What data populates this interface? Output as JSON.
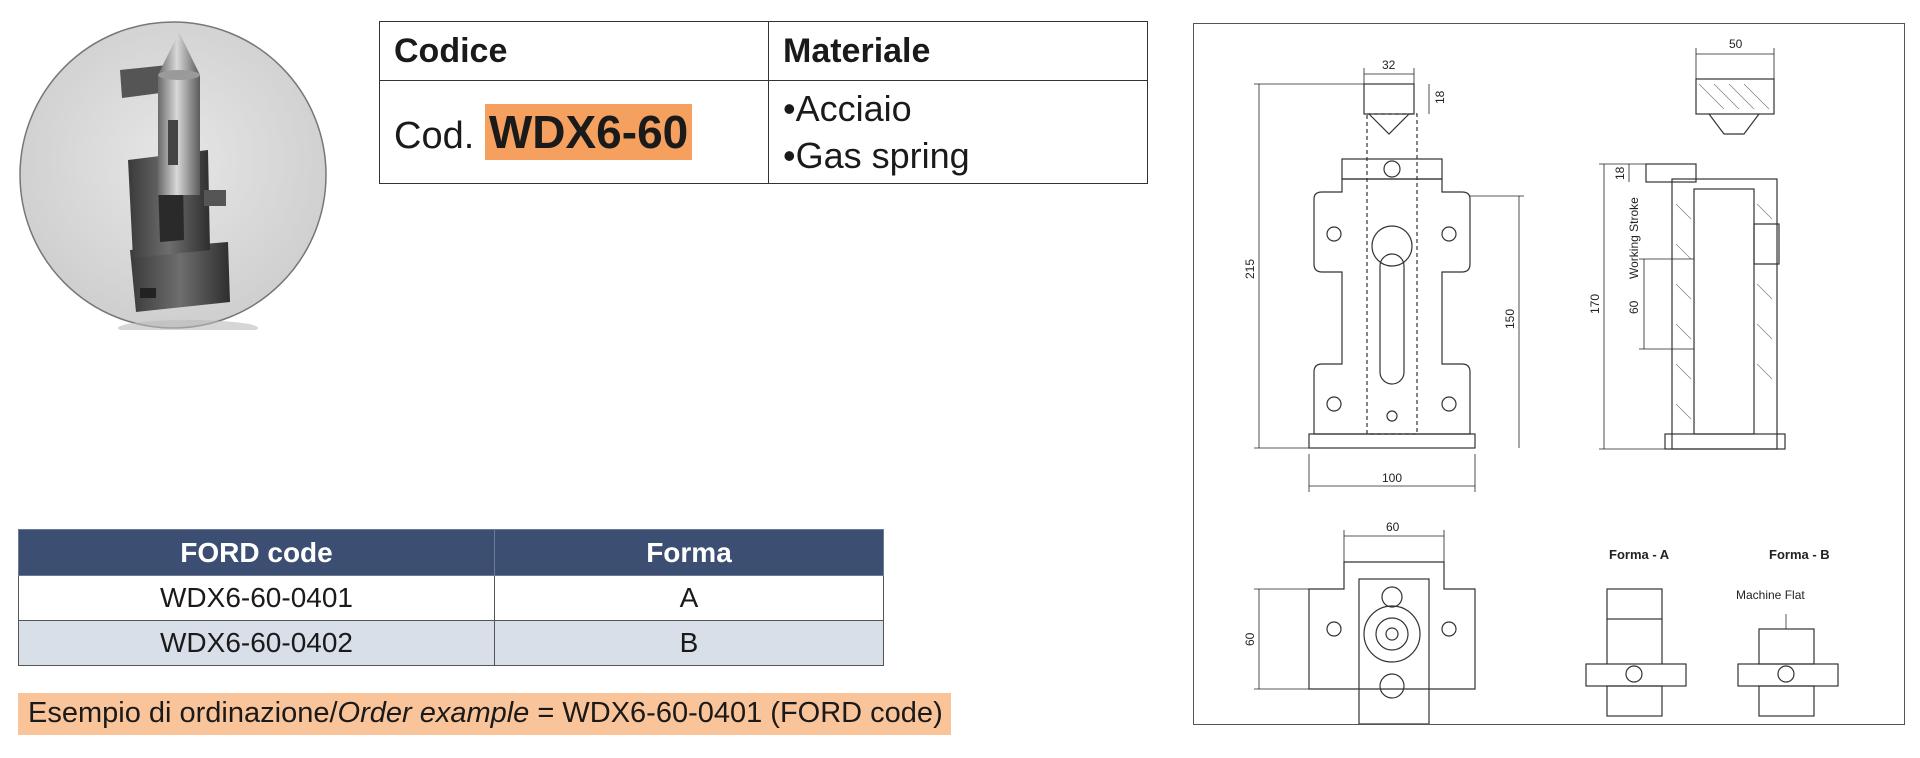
{
  "spec_table": {
    "header_code": "Codice",
    "header_material": "Materiale",
    "code_prefix": "Cod.",
    "code_value": "WDX6-60",
    "materials": [
      "Acciaio",
      "Gas spring"
    ]
  },
  "ford_table": {
    "headers": [
      "FORD code",
      "Forma"
    ],
    "rows": [
      [
        "WDX6-60-0401",
        "A"
      ],
      [
        "WDX6-60-0402",
        "B"
      ]
    ]
  },
  "order_example": {
    "prefix": "Esempio di ordinazione/",
    "italic": "Order example",
    "suffix": " = WDX6-60-0401 (FORD code)"
  },
  "drawing": {
    "dims": {
      "d32": "32",
      "d18a": "18",
      "d215": "215",
      "d150": "150",
      "d100": "100",
      "d50": "50",
      "d18b": "18",
      "d170": "170",
      "d60a": "60",
      "working": "Working Stroke",
      "d60b": "60",
      "d60c": "60"
    },
    "labels": {
      "forma_a": "Forma - A",
      "forma_b": "Forma - B",
      "machine_flat": "Machine Flat"
    }
  },
  "colors": {
    "header_blue": "#3c4f72",
    "highlight_orange": "#f5a05f",
    "order_orange": "#f9c49a",
    "alt_row": "#d9dfe9"
  }
}
